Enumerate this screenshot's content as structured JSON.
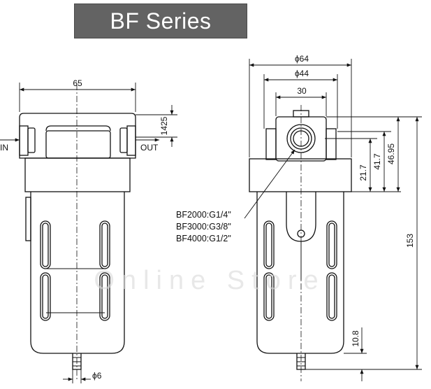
{
  "title": "BF Series",
  "left_view": {
    "width_dim": "65",
    "cap_dim": "1425",
    "in_label": "IN",
    "out_label": "OUT",
    "drain_dim": "ϕ6"
  },
  "right_view": {
    "dia_64": "ϕ64",
    "dia_44": "ϕ44",
    "width_30": "30",
    "h_21_7": "21.7",
    "h_41_7": "41.7",
    "h_46_95": "46.95",
    "h_153": "153",
    "h_10_8": "10.8",
    "port_models": [
      "BF2000:G1/4\"",
      "BF3000:G3/8\"",
      "BF4000:G1/2\""
    ]
  },
  "watermark": "Online Store",
  "colors": {
    "banner": "#636363",
    "line": "#111111"
  }
}
